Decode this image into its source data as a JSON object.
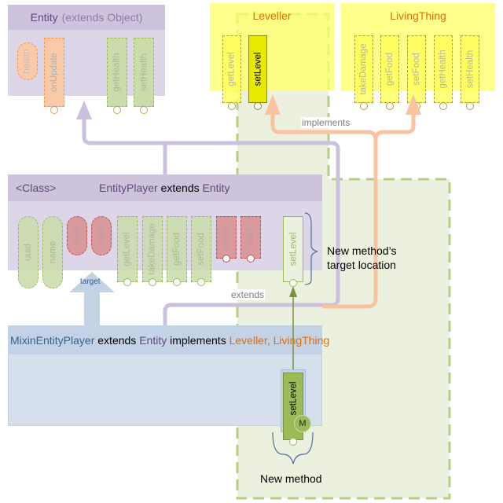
{
  "colors": {
    "purple_header": "#cdc3dd",
    "purple_body": "#ddd6e8",
    "yellow_header": "#ffff7f",
    "yellow_body": "#ffff9f",
    "green_member": "#c9dcaa",
    "green_border": "#9bbb59",
    "orange_member": "#f9c9a8",
    "orange_border": "#f79646",
    "red_member": "#d99a9e",
    "red_border": "#c0504d",
    "blue_header": "#c3d2e5",
    "blue_body": "#d6e0ed",
    "mixin_zone": "#ebf1de",
    "orange_title": "#e46c0a",
    "purple_title": "#60497a",
    "blue_title": "#366092"
  },
  "entity": {
    "title_name": "Entity",
    "title_suffix": "(extends Object)",
    "fields": [
      {
        "label": "health",
        "kind": "field"
      }
    ],
    "methods": [
      {
        "label": "onUpdate",
        "kind": "orange"
      },
      {
        "label": "getHealth",
        "kind": "green"
      },
      {
        "label": "setHealth",
        "kind": "green"
      }
    ]
  },
  "leveller": {
    "title": "Leveller",
    "methods": [
      {
        "label": "getLevel",
        "highlight": false
      },
      {
        "label": "setLevel",
        "highlight": true
      }
    ]
  },
  "livingthing": {
    "title": "LivingThing",
    "methods": [
      "takeDamage",
      "getFood",
      "setFood",
      "getHealth",
      "setHealth"
    ]
  },
  "entityplayer": {
    "stereotype": "<Class>",
    "title_name": "EntityPlayer",
    "title_keyword": "extends",
    "title_parent": "Entity",
    "fields_green": [
      "uuid",
      "name"
    ],
    "fields_red": [
      "level",
      "food"
    ],
    "methods_green": [
      "getLevel",
      "takeDamage",
      "getFood",
      "setFood"
    ],
    "methods_red": [
      "update",
      "load"
    ],
    "new_method": "setLevel"
  },
  "mixin": {
    "title_name": "MixinEntityPlayer",
    "title_kw1": "extends",
    "title_parent": "Entity",
    "title_kw2": "implements",
    "title_ifaces": "Leveller, LivingThing",
    "method": "setLevel",
    "method_badge": "M"
  },
  "annotations": {
    "implements": "implements",
    "extends": "extends",
    "target": "target",
    "target_location_line1": "New method’s",
    "target_location_line2": "target location",
    "new_method": "New method"
  }
}
